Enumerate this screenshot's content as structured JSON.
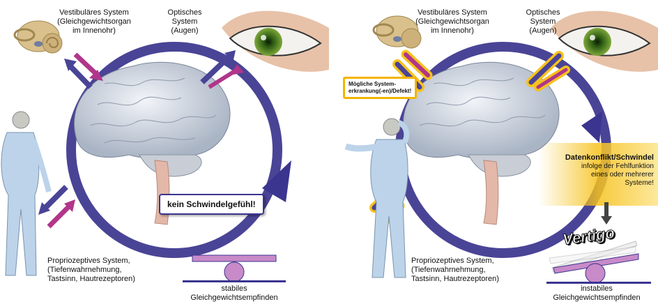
{
  "left": {
    "vestibular": "Vestibuläres System\n(Gleichgewichtsorgan\nim Innenohr)",
    "optical": "Optisches\nSystem\n(Augen)",
    "proprio": "Propriozeptives System,\n(Tiefenwahrnehmung,\nTastsinn, Hautrezeptoren)",
    "callout": "kein Schwindelgefühl!",
    "balance": "stabiles\nGleichgewichtsempfinden"
  },
  "right": {
    "vestibular": "Vestibuläres System\n(Gleichgewichtsorgan\nim Innenohr)",
    "optical": "Optisches\nSystem\n(Augen)",
    "proprio": "Propriozeptives System,\n(Tiefenwahrnehmung,\nTastsinn, Hautrezeptoren)",
    "warning": "Mögliche System-\nerkrankung(-en)/Defekt!",
    "conflict_title": "Datenkonflikt/Schwindel",
    "conflict_text": "infolge der Fehlfunktion\neines oder mehrerer\nSysteme!",
    "vertigo": "Vertigo",
    "balance": "instabiles\nGleichgewichtsempfinden"
  },
  "colors": {
    "ring": "#4a4496",
    "ring_dark": "#2f2a75",
    "arrow": "#b0368a",
    "seesaw": "#c88ac8",
    "glow": "#f6c21c"
  }
}
